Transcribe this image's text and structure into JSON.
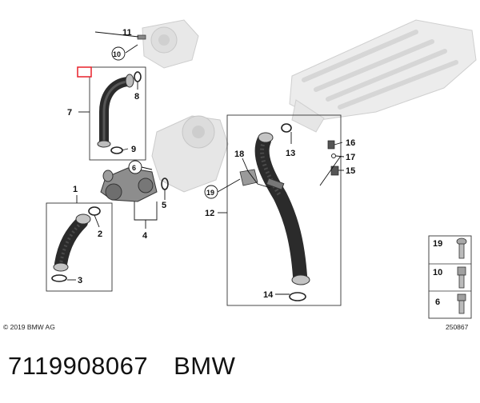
{
  "parts": {
    "p1": "1",
    "p2": "2",
    "p3": "3",
    "p4": "4",
    "p5": "5",
    "p6": "6",
    "p7": "7",
    "p8": "8",
    "p9": "9",
    "p10": "10",
    "p11": "11",
    "p12": "12",
    "p13": "13",
    "p14": "14",
    "p15": "15",
    "p16": "16",
    "p17": "17",
    "p18": "18",
    "p19": "19"
  },
  "legend": {
    "l19": "19",
    "l10": "10",
    "l6": "6"
  },
  "copyright": "© 2019 BMW AG",
  "drawing_id": "250867",
  "footer": {
    "part_number": "7119908067",
    "brand": "BMW"
  },
  "colors": {
    "highlight": "#e8202a",
    "hose": "#2b2b2b",
    "engine": "#e4e4e4"
  }
}
